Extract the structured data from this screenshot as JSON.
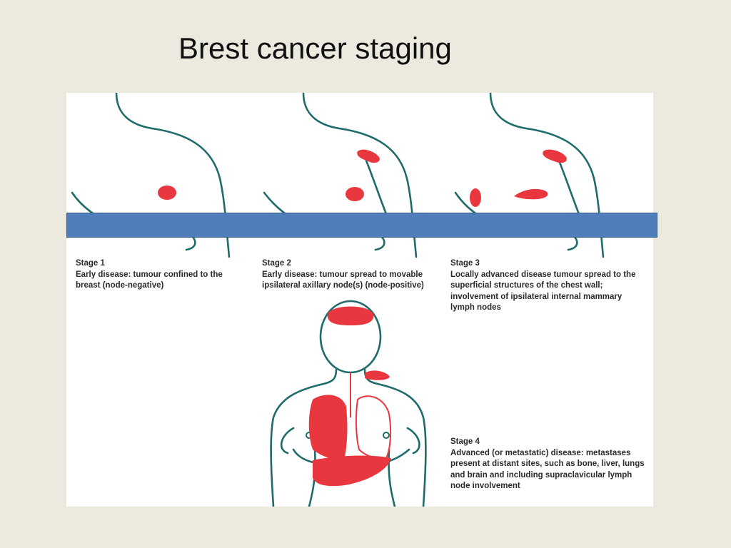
{
  "slide": {
    "title": "Brest cancer staging"
  },
  "stages": [
    {
      "label": "Stage 1",
      "description": "Early disease: tumour confined to the breast (node-negative)"
    },
    {
      "label": "Stage 2",
      "description": "Early disease: tumour spread to movable ipsilateral axillary node(s) (node-positive)"
    },
    {
      "label": "Stage 3",
      "description": "Locally advanced disease tumour spread to the superficial structures of the chest wall; involvement of ipsilateral internal mammary lymph nodes"
    },
    {
      "label": "Stage 4",
      "description": "Advanced (or metastatic) disease: metastases present at distant sites, such as bone, liver, lungs and brain and including supraclavicular lymph node involvement"
    }
  ],
  "colors": {
    "outline": "#1f6b6b",
    "tumour": "#e8373f",
    "banner": "#4f7ebb",
    "background": "#ece9df"
  }
}
